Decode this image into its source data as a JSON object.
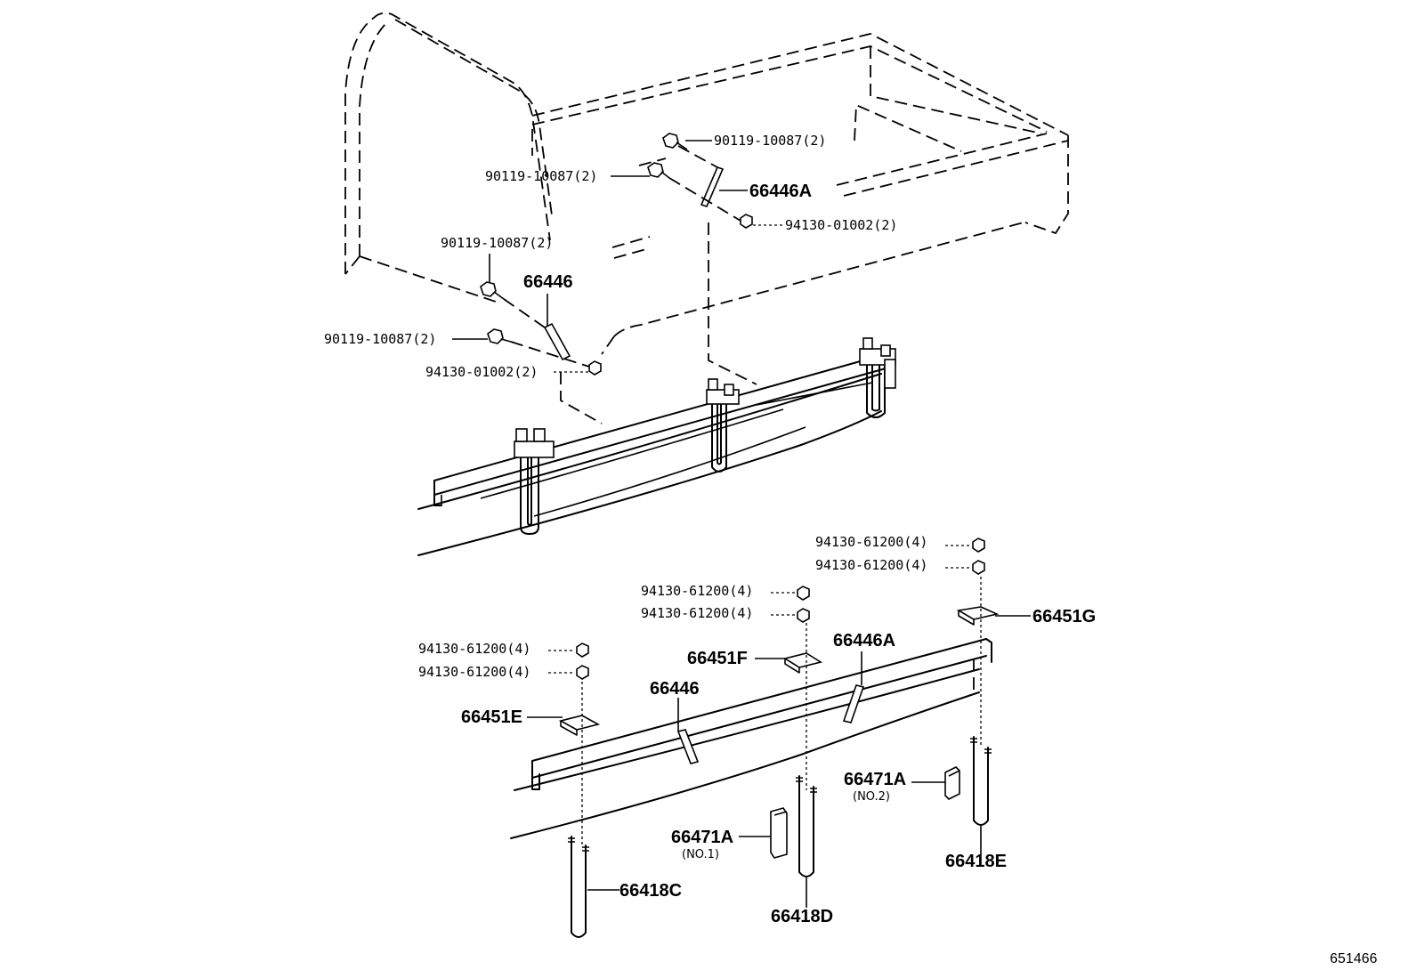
{
  "diagram_id": "651466",
  "callouts": {
    "bolt_top_right": "90119-10087(2)",
    "bolt_top_left": "90119-10087(2)",
    "bracket_top": "66446A",
    "nut_top": "94130-01002(2)",
    "bolt_mid": "90119-10087(2)",
    "bracket_mid": "66446",
    "bolt_lower": "90119-10087(2)",
    "nut_lower": "94130-01002(2)",
    "nut_g1": "94130-61200(4)",
    "nut_g2": "94130-61200(4)",
    "plate_g": "66451G",
    "nut_f1": "94130-61200(4)",
    "nut_f2": "94130-61200(4)",
    "plate_f": "66451F",
    "bracket_a": "66446A",
    "nut_e1": "94130-61200(4)",
    "nut_e2": "94130-61200(4)",
    "bracket_b": "66446",
    "plate_e": "66451E",
    "spacer_no2": "66471A",
    "spacer_no2_sub": "(NO.2)",
    "spacer_no1": "66471A",
    "spacer_no1_sub": "(NO.1)",
    "ubolt_c": "66418C",
    "ubolt_d": "66418D",
    "ubolt_e": "66418E"
  }
}
